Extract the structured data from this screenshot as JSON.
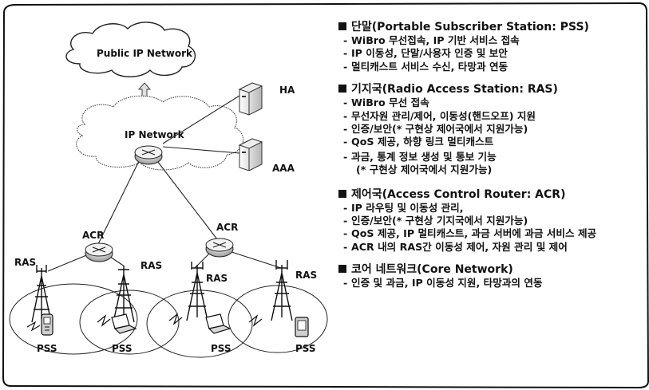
{
  "network": {
    "public_ip_network": "Public IP Network",
    "ip_network": "IP Network",
    "ha": "HA",
    "aaa": "AAA",
    "acr_left": "ACR",
    "acr_right": "ACR",
    "ras_1": "RAS",
    "ras_2": "RAS",
    "ras_3": "RAS",
    "ras_4": "RAS",
    "pss_1": "PSS",
    "pss_2": "PSS",
    "pss_3": "PSS",
    "pss_4": "PSS"
  },
  "sections": {
    "pss": {
      "title": "단말(Portable Subscriber Station: PSS)",
      "items": [
        "WiBro 무선접속, IP 기반 서비스 접속",
        "IP 이동성, 단말/사용자 인증 및 보안",
        "멀티캐스트 서비스 수신, 타망과 연동"
      ]
    },
    "ras": {
      "title": "기지국(Radio Access Station: RAS)",
      "items": [
        "WiBro 무선 접속",
        "무선자원 관리/제어, 이동성(핸드오프) 지원",
        "인증/보안(* 구현상 제어국에서 지원가능)",
        "QoS 제공, 하향 링크 멀티캐스트",
        "과금, 통계 정보 생성 및 통보 기능"
      ],
      "note": "(* 구현상 제어국에서 지원가능)"
    },
    "acr": {
      "title": "제어국(Access Control Router: ACR)",
      "items": [
        "IP 라우팅 및 이동성 관리,",
        "인증/보안(* 구현상 기지국에서 지원가능)",
        "QoS 제공, IP 멀티캐스트, 과금 서버에 과금 서비스 제공",
        "ACR 내의 RAS간 이동성 제어, 자원 관리 및 제어"
      ]
    },
    "core": {
      "title": "코어 네트워크(Core Network)",
      "items": [
        "인증 및 과금, IP 이동성 지원, 타망과의 연동"
      ]
    }
  }
}
